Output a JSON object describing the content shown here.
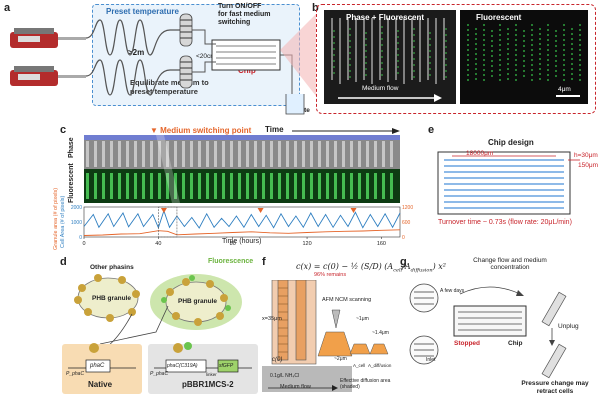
{
  "letters": {
    "a": "a",
    "b": "b",
    "c": "c",
    "d": "d",
    "e": "e",
    "f": "f",
    "g": "g"
  },
  "panel_a": {
    "preset_temperature": "Preset temperature",
    "turn_on_off": "Turn ON/OFF\nfor fast medium\nswitching",
    "gt2m": ">2m",
    "lt20cm": "<20cm",
    "equilibrate": "Equilibrate medium to\npreset temperature",
    "chip": "Chip",
    "waste": "Waste"
  },
  "panel_b": {
    "phase_fluor": "Phase + Fluorescent",
    "fluorescent": "Fluorescent",
    "medium_flow": "Medium flow",
    "scale": "4μm"
  },
  "panel_c": {
    "switching_point": "▼ Medium switching point",
    "time": "Time",
    "phase": "Phase",
    "fluorescent": "Fluorescent",
    "ylabel_left": "Cell Area (# of pixels)",
    "ylabel_left2": "Granule area (# of pixels)",
    "xlabel": "Time (hours)",
    "xticks": [
      "0",
      "40",
      "80",
      "120",
      "160"
    ],
    "yticks_left": [
      "0",
      "1000",
      "2000"
    ],
    "yticks_right": [
      "0",
      "600",
      "1200"
    ]
  },
  "chart_data": {
    "type": "line",
    "xlabel": "Time (hours)",
    "ylabel": "Cell Area (# of pixels)",
    "xlim": [
      0,
      170
    ],
    "ylim": [
      0,
      2000
    ],
    "series": [
      {
        "name": "Cell Area (# of pixels)",
        "color": "#2f7fc1",
        "x": [
          0,
          5,
          8,
          13,
          16,
          21,
          24,
          29,
          32,
          37,
          40,
          43,
          46,
          50,
          54,
          58,
          62,
          66,
          70,
          74,
          78,
          82,
          86,
          90,
          94,
          98,
          102,
          106,
          110,
          114,
          118,
          122,
          126,
          130,
          134,
          138,
          142,
          146,
          150,
          154,
          158,
          162,
          166,
          170
        ],
        "values": [
          700,
          1500,
          650,
          1550,
          700,
          1600,
          680,
          1550,
          700,
          1500,
          620,
          1750,
          650,
          1400,
          700,
          1300,
          600,
          1550,
          650,
          1250,
          700,
          1400,
          650,
          1500,
          700,
          1450,
          620,
          1550,
          700,
          1400,
          650,
          1600,
          700,
          1500,
          650,
          1450,
          700,
          1650,
          620,
          1500,
          700,
          1550,
          650,
          1600
        ]
      },
      {
        "name": "Granule area (# of pixels)",
        "color": "#e5652a",
        "x": [
          0,
          10,
          20,
          30,
          40,
          45,
          50,
          60,
          70,
          80,
          90,
          100,
          110,
          120,
          130,
          140,
          150,
          160,
          170
        ],
        "values": [
          100,
          130,
          200,
          220,
          420,
          380,
          150,
          200,
          250,
          300,
          350,
          280,
          250,
          300,
          350,
          380,
          400,
          450,
          480
        ]
      }
    ]
  },
  "panel_d": {
    "other_phasins": "Other phasins",
    "phb_granule": "PHB granule",
    "fluorescence": "Fluorescence",
    "phac": "phaC",
    "pphac": "P_phaC",
    "native": "Native",
    "phac_mut": "phaC(C319A)",
    "pbbr": "pBBR1MCS-2",
    "gfp": "sfGFP",
    "linker": "linker"
  },
  "panel_e": {
    "title": "Chip design",
    "dim1": "18000μm",
    "dim2": "h=30μm",
    "dim3": "150μm",
    "turnover": "Turnover time ~ 0.73s (flow rate: 20μL/min)"
  },
  "panel_f": {
    "remains": "96% remains",
    "x35": "x=35μm",
    "afm": "AFM NCM scanning",
    "one_um": "~1μm",
    "one4um": "~1.4μm",
    "two_um": "~2μm",
    "c0": "c(0)",
    "nh4": "0.1g/L NH₄Cl",
    "medium_flow": "Medium flow",
    "eff_diff": "Effective diffusion area (shaded)",
    "a_eff": "A_diff/usion",
    "a_cell": "A_cell"
  },
  "panel_g": {
    "change_flow": "Change flow and medium concentration",
    "few_days": "A few days",
    "unplug": "Unplug",
    "stopped": "Stopped",
    "chip": "Chip",
    "pressure": "Pressure change may retract cells",
    "inlet": "Inlet"
  }
}
